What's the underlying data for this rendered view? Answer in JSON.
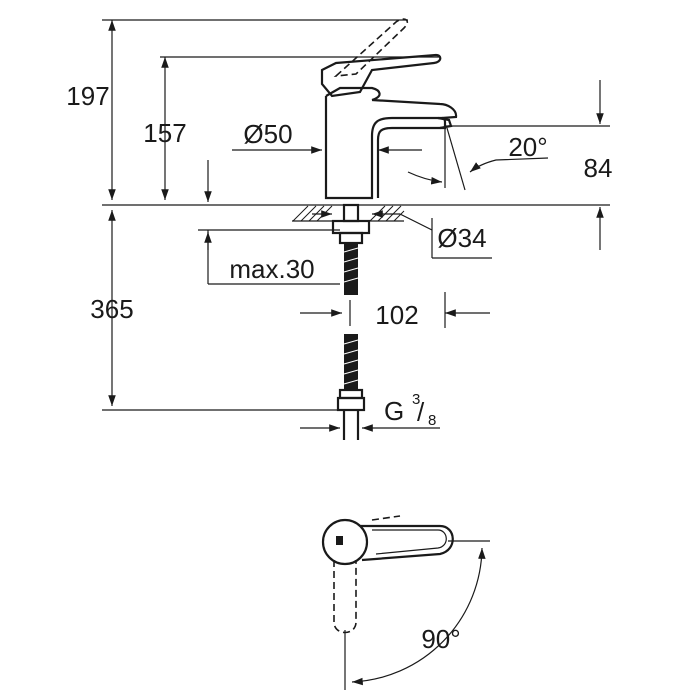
{
  "drawing": {
    "dimensions": {
      "total_height": "197",
      "spout_height": "157",
      "body_diameter": "Ø50",
      "spout_angle": "20°",
      "spout_projection_height": "84",
      "hole_diameter": "Ø34",
      "max_deck_thickness": "max.30",
      "spout_reach": "102",
      "hose_length": "365",
      "connection_thread_main": "G",
      "connection_thread_num": "3",
      "connection_thread_den": "8",
      "lever_rotation": "90°"
    }
  }
}
